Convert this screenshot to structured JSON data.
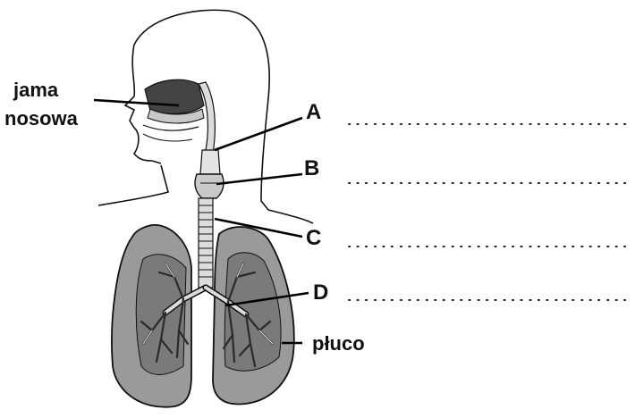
{
  "labels": {
    "nasal_line1": "jama",
    "nasal_line2": "nosowa",
    "A": "A",
    "B": "B",
    "C": "C",
    "D": "D",
    "lung": "płuco"
  },
  "answer_blanks": [
    "……………………………",
    "……………………………",
    "……………………………",
    "……………………………"
  ],
  "colors": {
    "lung_fill": "#9a9a9a",
    "lung_inner": "#7a7a7a",
    "outline": "#111111",
    "airway_fill": "#dcdcdc"
  }
}
